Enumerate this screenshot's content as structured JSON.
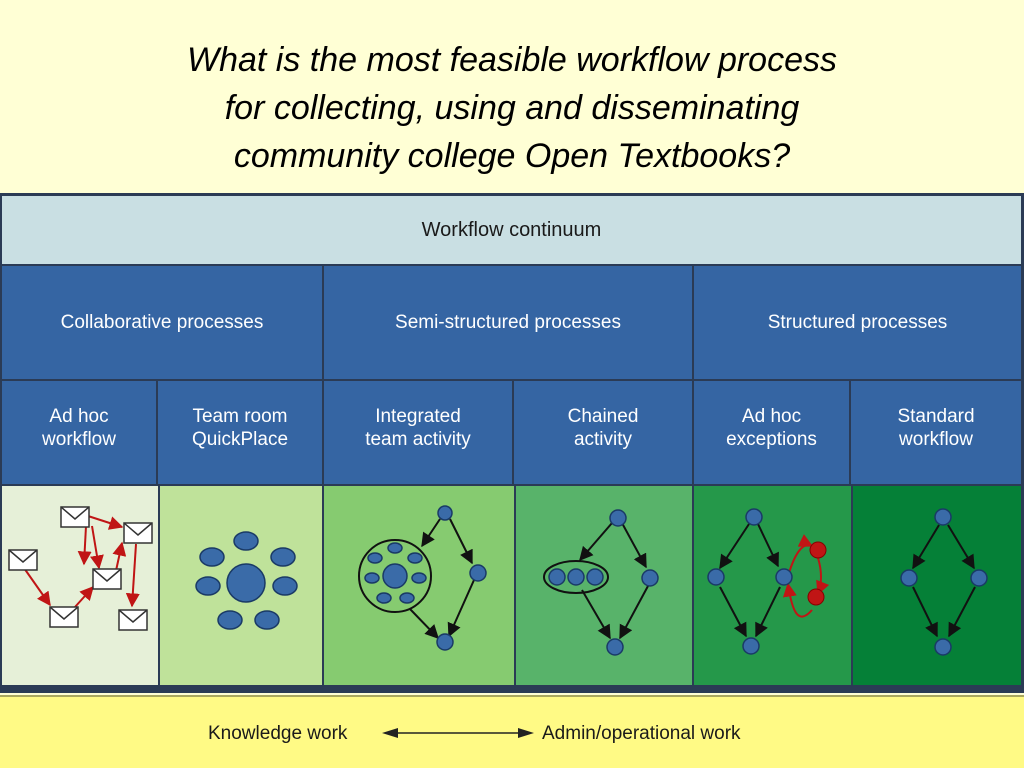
{
  "title": {
    "line1": "What is the most feasible workflow process",
    "line2": "for collecting, using and disseminating",
    "line3": "community college Open Textbooks?"
  },
  "diagram": {
    "header": "Workflow continuum",
    "categories": [
      {
        "label": "Collaborative processes"
      },
      {
        "label": "Semi-structured processes"
      },
      {
        "label": "Structured processes"
      }
    ],
    "types": [
      {
        "label": "Ad hoc\nworkflow",
        "icon": "envelope-network-icon",
        "color": "#e6f0d8"
      },
      {
        "label": "Team room\nQuickPlace",
        "icon": "hub-spoke-icon",
        "color": "#bfe29a"
      },
      {
        "label": "Integrated\nteam activity",
        "icon": "integrated-flow-icon",
        "color": "#86cb70"
      },
      {
        "label": "Chained\nactivity",
        "icon": "chained-flow-icon",
        "color": "#58b36a"
      },
      {
        "label": "Ad hoc\nexceptions",
        "icon": "exception-flow-icon",
        "color": "#25984a"
      },
      {
        "label": "Standard\nworkflow",
        "icon": "standard-flow-icon",
        "color": "#058037"
      }
    ]
  },
  "legend": {
    "left": "Knowledge work",
    "right": "Admin/operational work"
  },
  "colors": {
    "node": "#3a6ba8",
    "node_stroke": "#1a3a66",
    "exception": "#c01515",
    "arrow": "#111111"
  }
}
